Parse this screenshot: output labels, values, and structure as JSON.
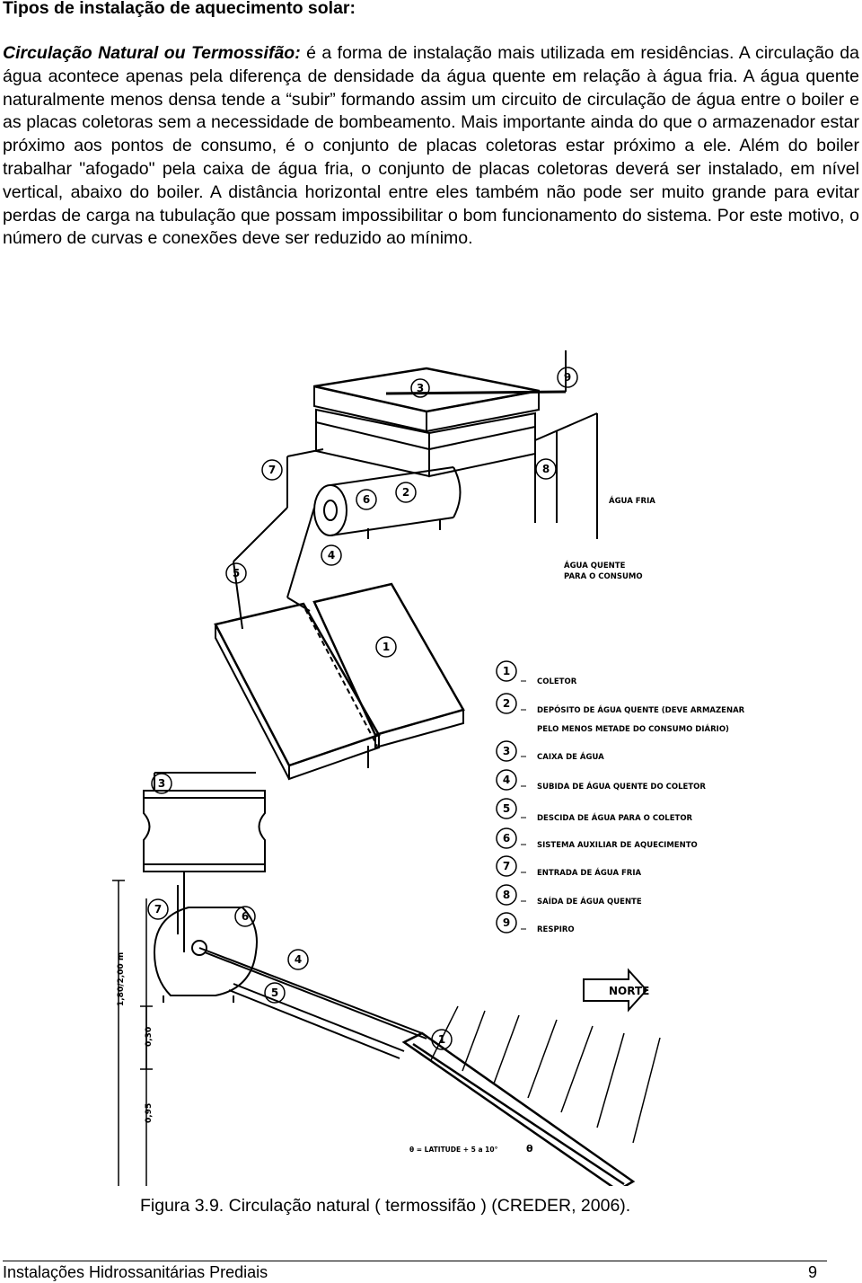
{
  "heading": "Tipos de instalação de aquecimento solar:",
  "paragraph": {
    "lead": "Circulação Natural ou Termossifão:",
    "body": " é a forma de instalação mais utilizada em residências. A circulação da água acontece apenas pela diferença de densidade da água quente em relação à água fria. A água quente naturalmente menos densa tende a “subir” formando assim um circuito de circulação de água entre o boiler e as placas coletoras sem a necessidade de bombeamento. Mais importante ainda do que o armazenador estar próximo aos pontos de consumo, é o conjunto de placas coletoras estar próximo a ele. Além do boiler trabalhar \"afogado\" pela caixa de água fria, o conjunto de placas coletoras deverá ser instalado, em nível vertical, abaixo do boiler. A distância horizontal entre eles também não pode ser muito grande para evitar perdas de carga na tubulação que possam impossibilitar o bom funcionamento do sistema. Por este motivo, o número de curvas e conexões deve ser reduzido ao mínimo."
  },
  "figure": {
    "top_labels": {
      "agua_fria": "ÁGUA FRIA",
      "agua_quente_1": "ÁGUA QUENTE",
      "agua_quente_2": "PARA O CONSUMO"
    },
    "callouts_top": [
      "9",
      "3",
      "7",
      "6",
      "2",
      "8",
      "5",
      "4",
      "1"
    ],
    "legend": [
      {
        "num": "1",
        "text": "COLETOR"
      },
      {
        "num": "2",
        "text": "DEPÓSITO DE ÁGUA QUENTE (DEVE ARMAZENAR"
      },
      {
        "num": "",
        "text": "PELO MENOS METADE DO CONSUMO DIÁRIO)"
      },
      {
        "num": "3",
        "text": "CAIXA DE ÁGUA"
      },
      {
        "num": "4",
        "text": "SUBIDA DE ÁGUA QUENTE DO COLETOR"
      },
      {
        "num": "5",
        "text": "DESCIDA DE ÁGUA PARA O COLETOR"
      },
      {
        "num": "6",
        "text": "SISTEMA AUXILIAR DE AQUECIMENTO"
      },
      {
        "num": "7",
        "text": "ENTRADA DE ÁGUA FRIA"
      },
      {
        "num": "8",
        "text": "SAÍDA DE ÁGUA QUENTE"
      },
      {
        "num": "9",
        "text": "RESPIRO"
      }
    ],
    "north": "NORTE",
    "dimensions": {
      "height_total": "1,80/2,00 m",
      "d1": "0,30",
      "d2": "0,95"
    },
    "angle_note": "θ = LATITUDE + 5 a 10°",
    "angle_symbol": "θ",
    "callouts_bottom": [
      "3",
      "7",
      "6",
      "4",
      "5",
      "1"
    ]
  },
  "caption": "Figura 3.9. Circulação natural ( termossifão ) (CREDER, 2006).",
  "footer": {
    "title": "Instalações Hidrossanitárias Prediais",
    "page": "9"
  }
}
